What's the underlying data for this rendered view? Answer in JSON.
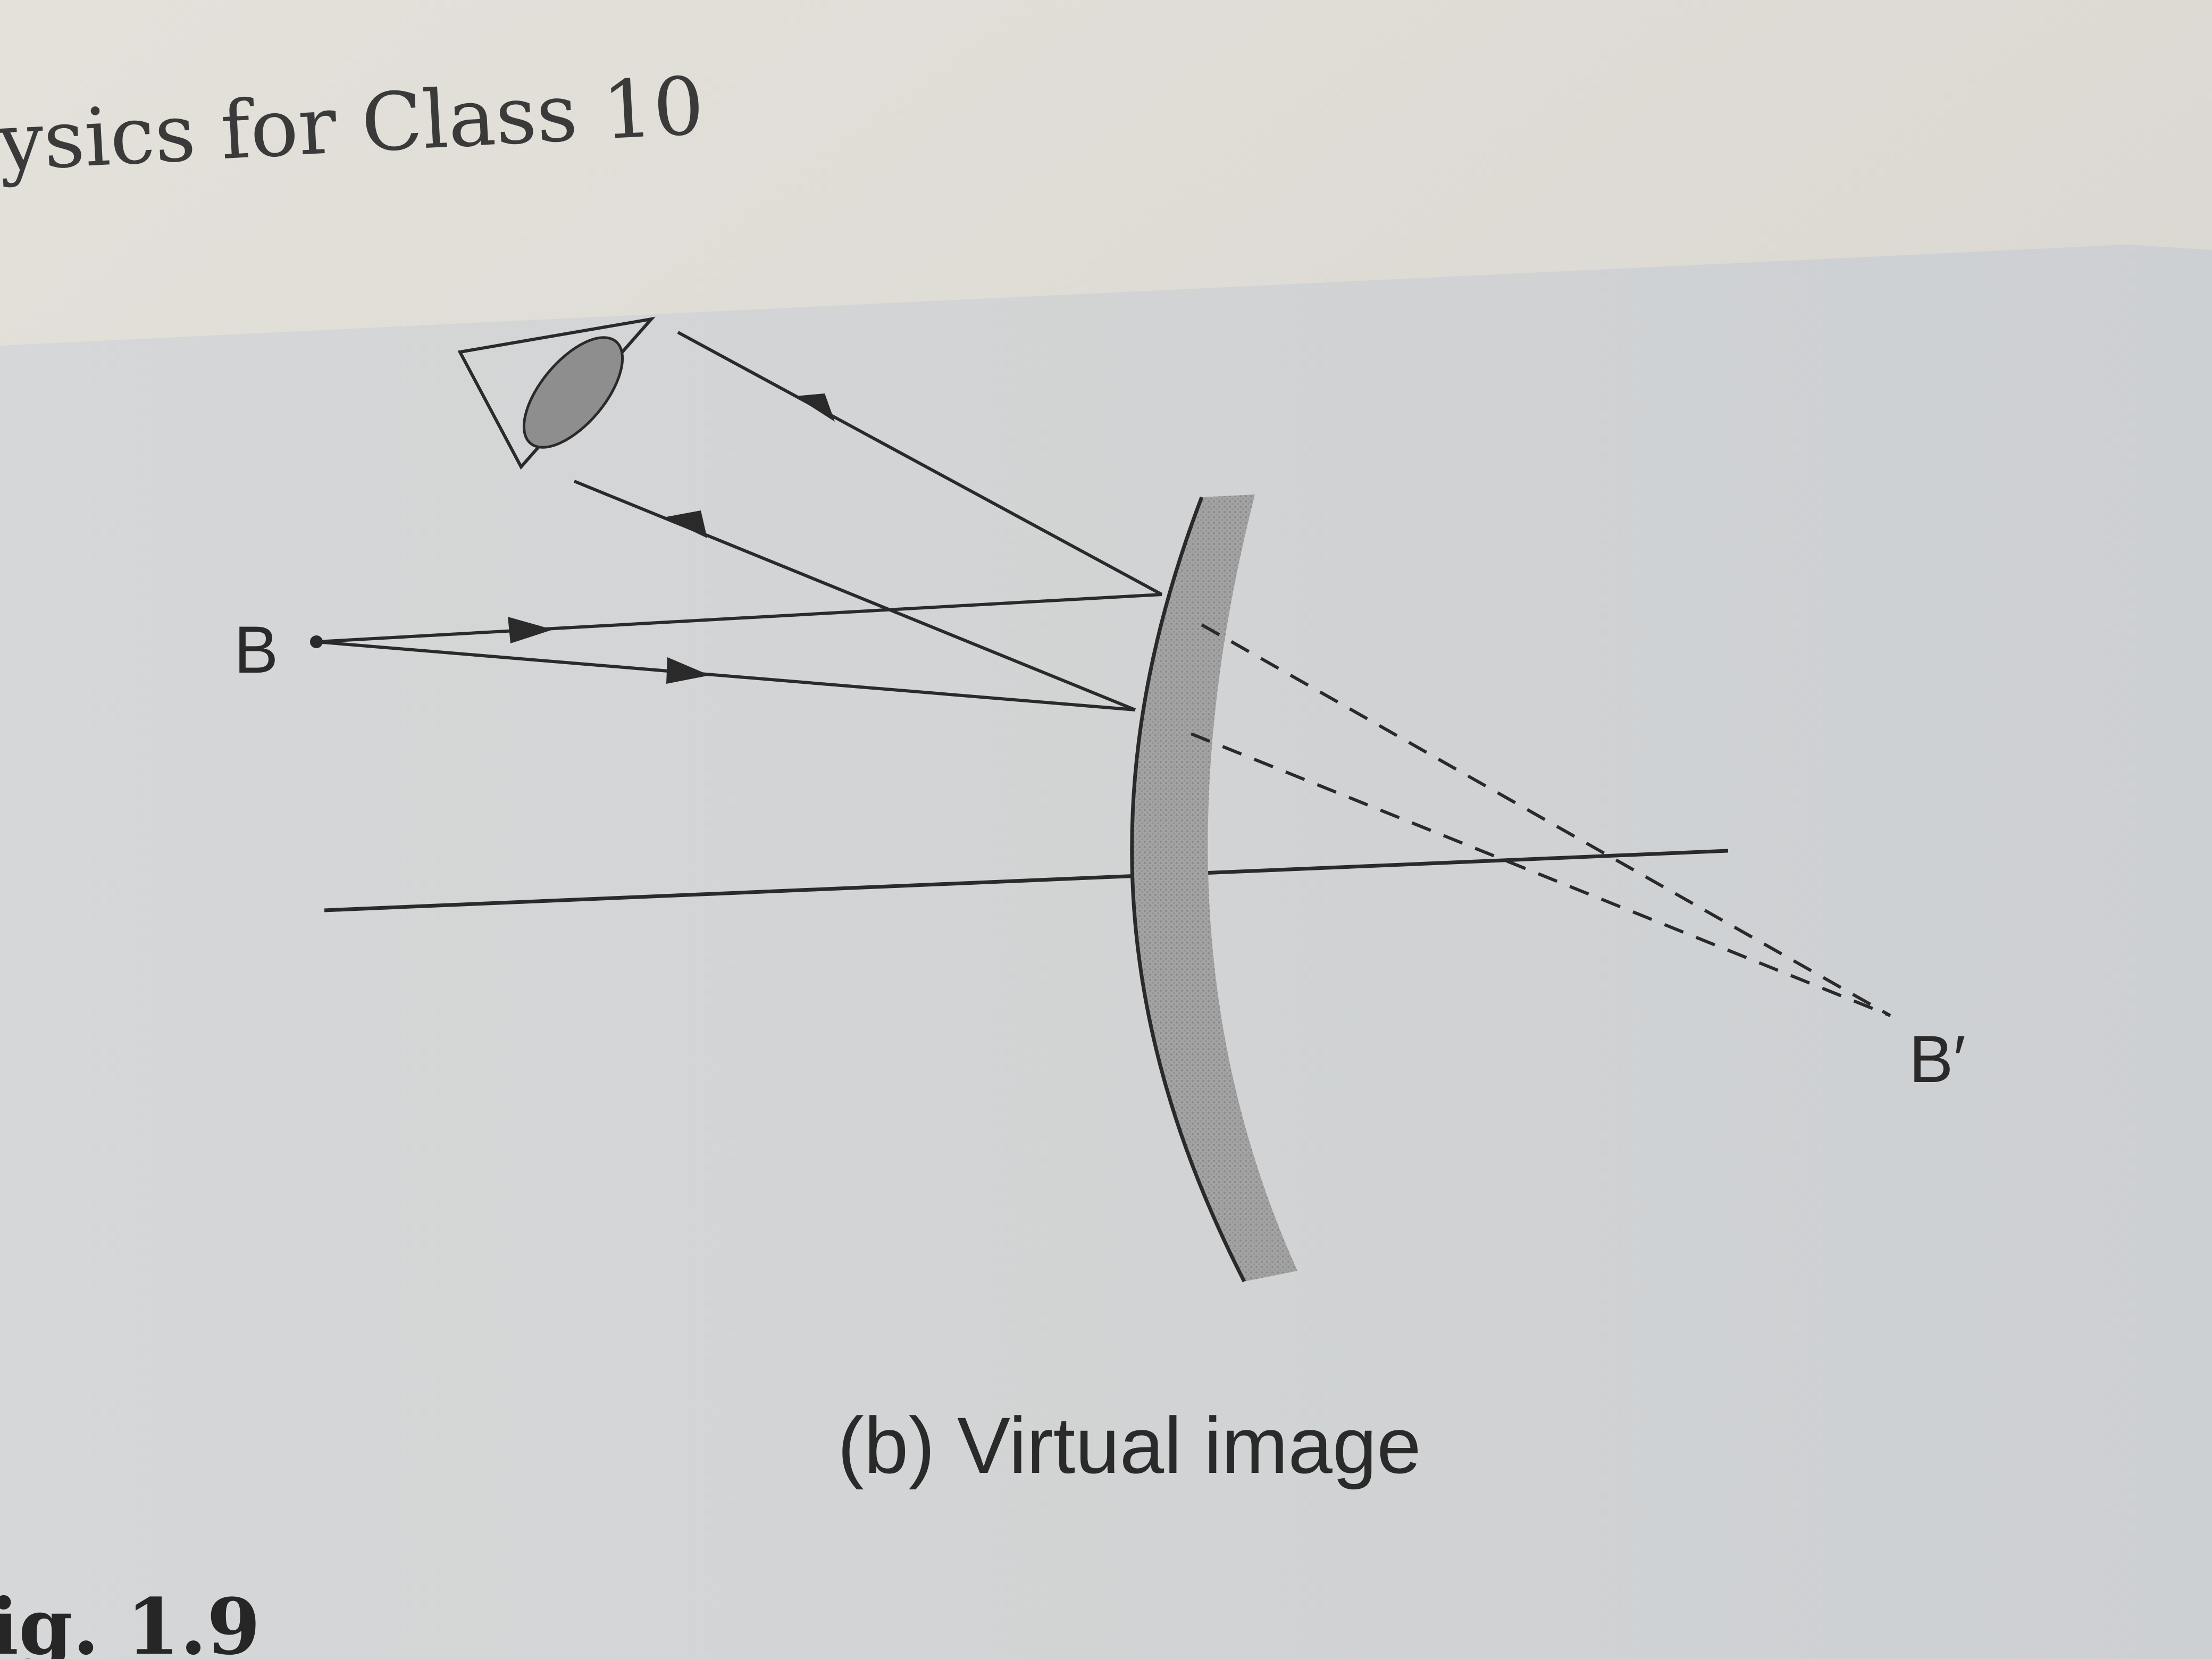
{
  "page": {
    "header": "ysics for Class 10",
    "figure_label": "ig. 1.9"
  },
  "diagram": {
    "object_label": "B",
    "image_label": "B′",
    "caption": "(b) Virtual image"
  },
  "colors": {
    "paper": "#ddd9d3",
    "panel": "#d3d5d6",
    "ink": "#2a2a2a",
    "mirror_fill": "#9a9a9a"
  },
  "icons": {
    "eye": "eye-icon",
    "object_point": "dot-icon"
  }
}
